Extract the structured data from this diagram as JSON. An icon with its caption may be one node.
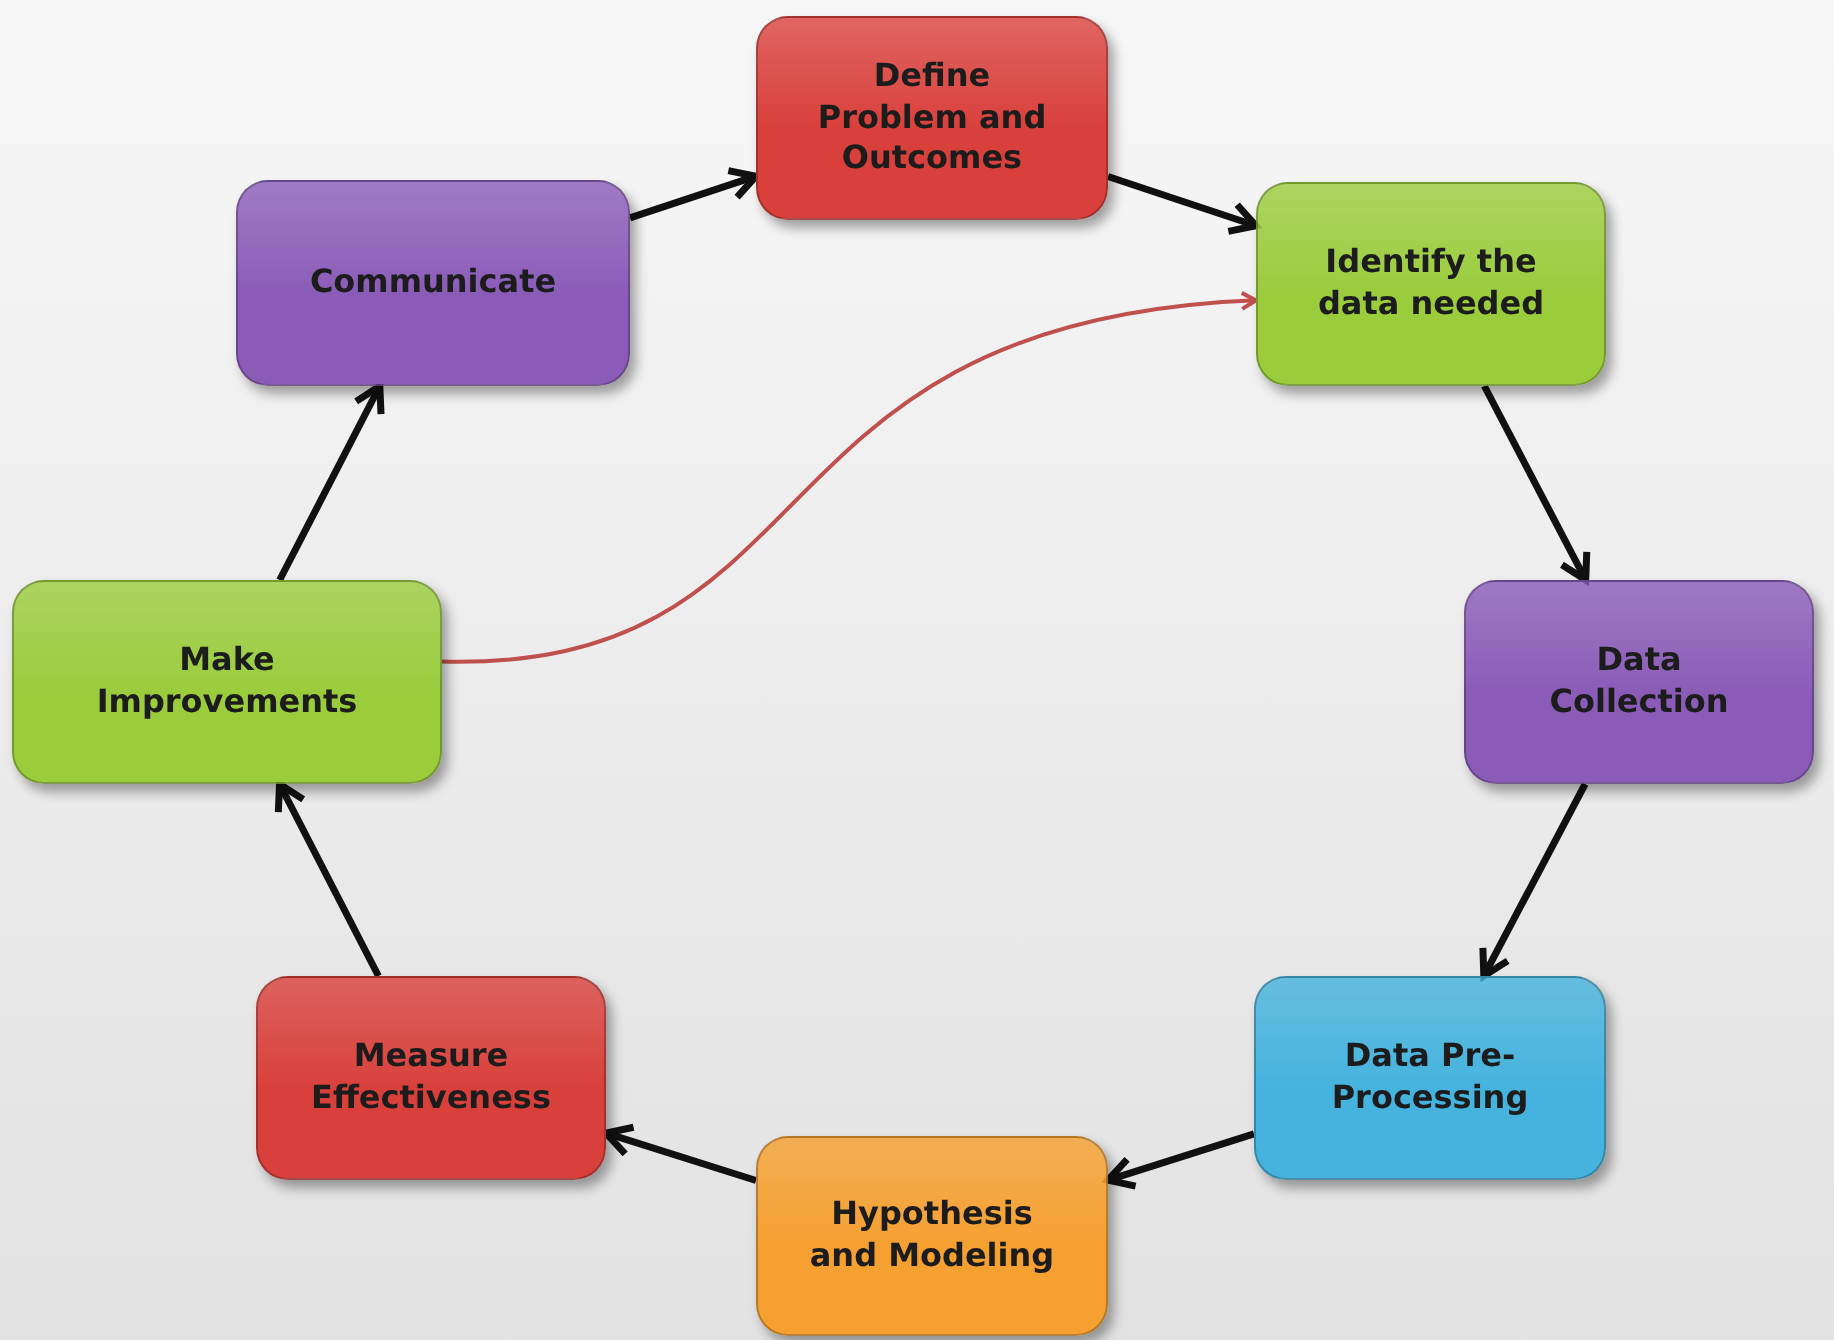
{
  "diagram": {
    "nodes": [
      {
        "text": [
          "Define Problem and Outcomes"
        ]
      },
      {
        "text": [
          "Identify the data needed"
        ]
      },
      {
        "text": [
          "Data Collection"
        ]
      },
      {
        "text": [
          "Data Pre-Processing"
        ]
      },
      {
        "text": [
          "Hypothesis and Modeling"
        ]
      },
      {
        "text": [
          "Measure Effectiveness"
        ]
      },
      {
        "text": [
          "Make Improvements"
        ]
      },
      {
        "text": [
          "Communicate"
        ]
      }
    ],
    "edges": [
      {
        "from": 7,
        "to": 0,
        "arrow": "to"
      },
      {
        "from": 0,
        "to": 1,
        "arrow": "to"
      },
      {
        "from": 1,
        "to": 2,
        "arrow": "to"
      },
      {
        "from": 2,
        "to": 3,
        "arrow": "to"
      },
      {
        "from": 3,
        "to": 4,
        "arrow": "to"
      },
      {
        "from": 4,
        "to": 5,
        "arrow": "to"
      },
      {
        "from": 5,
        "to": 6,
        "arrow": "to"
      },
      {
        "from": 6,
        "to": 7,
        "arrow": "to"
      },
      {
        "from": 6,
        "to": 1,
        "arrow": "to",
        "color": "#c0504d"
      }
    ]
  }
}
